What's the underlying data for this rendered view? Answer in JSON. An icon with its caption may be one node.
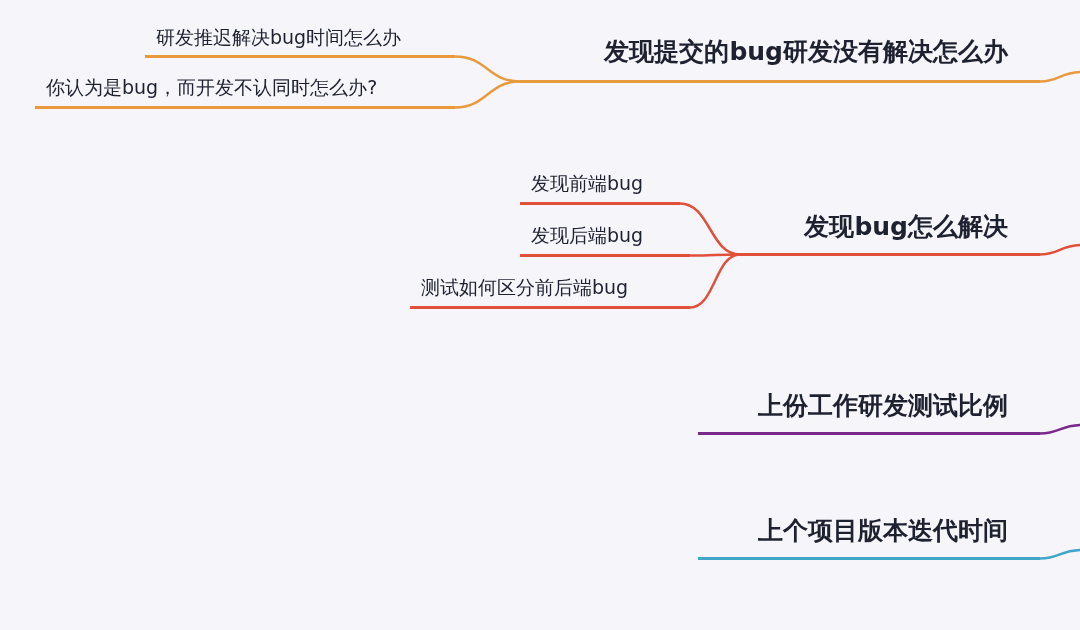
{
  "diagram": {
    "nodes": [
      {
        "text": [
          "发现提交的bug研发没有解决怎么办"
        ]
      },
      {
        "text": [
          "研发推迟解决bug时间怎么办"
        ]
      },
      {
        "text": [
          "你认为是bug，而开发不认同时怎么办?"
        ]
      },
      {
        "text": [
          "发现bug怎么解决"
        ]
      },
      {
        "text": [
          "发现前端bug"
        ]
      },
      {
        "text": [
          "发现后端bug"
        ]
      },
      {
        "text": [
          "测试如何区分前后端bug"
        ]
      },
      {
        "text": [
          "上份工作研发测试比例"
        ]
      },
      {
        "text": [
          "上个项目版本迭代时间"
        ]
      }
    ],
    "edges": [
      {
        "from": null,
        "to": 0,
        "arrow": "none",
        "color": "#e89a3c"
      },
      {
        "from": 0,
        "to": 1,
        "arrow": "none",
        "color": "#e89a3c"
      },
      {
        "from": 0,
        "to": 2,
        "arrow": "none",
        "color": "#e89a3c"
      },
      {
        "from": null,
        "to": 3,
        "arrow": "none",
        "color": "#e0503a"
      },
      {
        "from": 3,
        "to": 4,
        "arrow": "none",
        "color": "#e0503a"
      },
      {
        "from": 3,
        "to": 5,
        "arrow": "none",
        "color": "#e0503a"
      },
      {
        "from": 3,
        "to": 6,
        "arrow": "none",
        "color": "#e0503a"
      },
      {
        "from": null,
        "to": 7,
        "arrow": "none",
        "color": "#7a2a8c"
      },
      {
        "from": null,
        "to": 8,
        "arrow": "none",
        "color": "#3fa6c9"
      }
    ]
  }
}
